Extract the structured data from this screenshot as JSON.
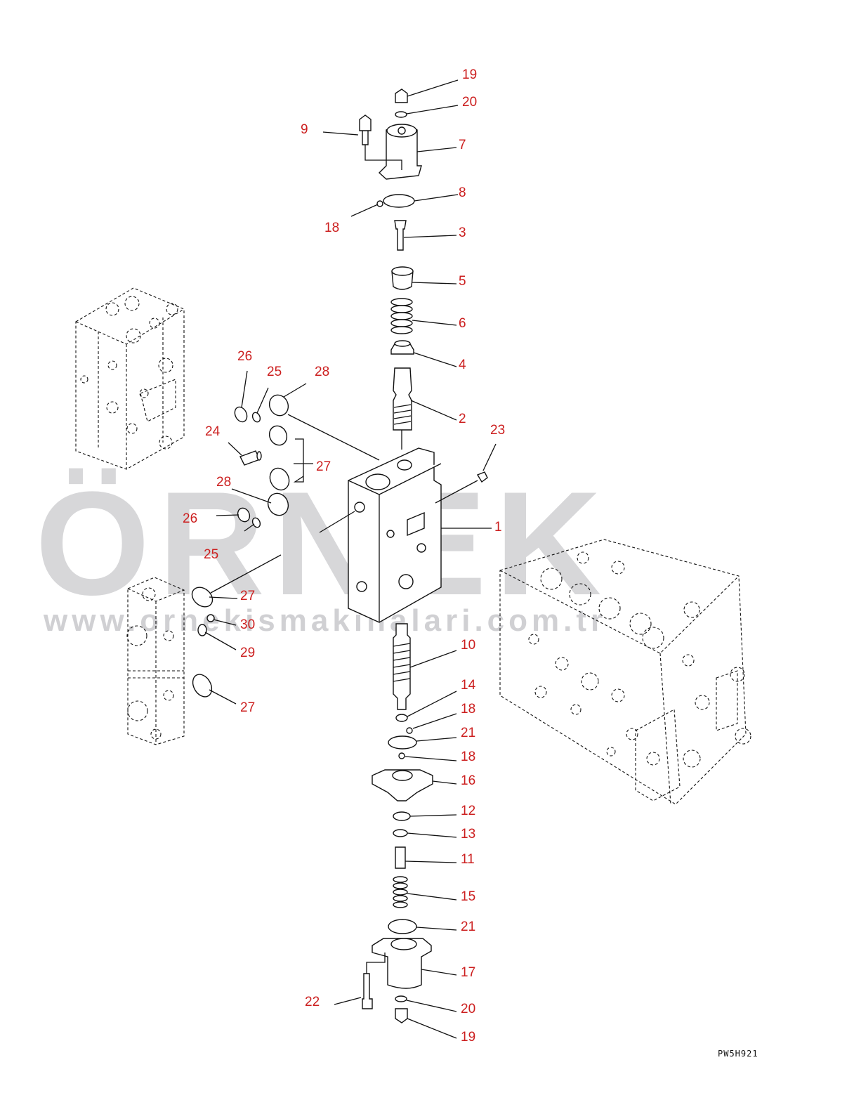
{
  "watermark": {
    "brand": "ÖRNEK",
    "url": "www.ornekismakinalari.com.tr",
    "accent_color": "#f5c842"
  },
  "drawing_code": "PW5H921",
  "part_labels": [
    {
      "id": "19",
      "text": "19"
    },
    {
      "id": "20",
      "text": "20"
    },
    {
      "id": "9",
      "text": "9"
    },
    {
      "id": "7",
      "text": "7"
    },
    {
      "id": "8",
      "text": "8"
    },
    {
      "id": "18",
      "text": "18"
    },
    {
      "id": "3",
      "text": "3"
    },
    {
      "id": "5",
      "text": "5"
    },
    {
      "id": "6",
      "text": "6"
    },
    {
      "id": "4",
      "text": "4"
    },
    {
      "id": "2",
      "text": "2"
    },
    {
      "id": "23",
      "text": "23"
    },
    {
      "id": "1",
      "text": "1"
    },
    {
      "id": "26",
      "text": "26"
    },
    {
      "id": "25",
      "text": "25"
    },
    {
      "id": "28",
      "text": "28"
    },
    {
      "id": "24",
      "text": "24"
    },
    {
      "id": "27",
      "text": "27"
    },
    {
      "id": "28b",
      "text": "28"
    },
    {
      "id": "26b",
      "text": "26"
    },
    {
      "id": "25b",
      "text": "25"
    },
    {
      "id": "27b",
      "text": "27"
    },
    {
      "id": "30",
      "text": "30"
    },
    {
      "id": "29",
      "text": "29"
    },
    {
      "id": "27c",
      "text": "27"
    },
    {
      "id": "10",
      "text": "10"
    },
    {
      "id": "14",
      "text": "14"
    },
    {
      "id": "18b",
      "text": "18"
    },
    {
      "id": "21",
      "text": "21"
    },
    {
      "id": "18c",
      "text": "18"
    },
    {
      "id": "16",
      "text": "16"
    },
    {
      "id": "12",
      "text": "12"
    },
    {
      "id": "13",
      "text": "13"
    },
    {
      "id": "11",
      "text": "11"
    },
    {
      "id": "15",
      "text": "15"
    },
    {
      "id": "21b",
      "text": "21"
    },
    {
      "id": "17",
      "text": "17"
    },
    {
      "id": "22",
      "text": "22"
    },
    {
      "id": "20b",
      "text": "20"
    },
    {
      "id": "19b",
      "text": "19"
    }
  ]
}
